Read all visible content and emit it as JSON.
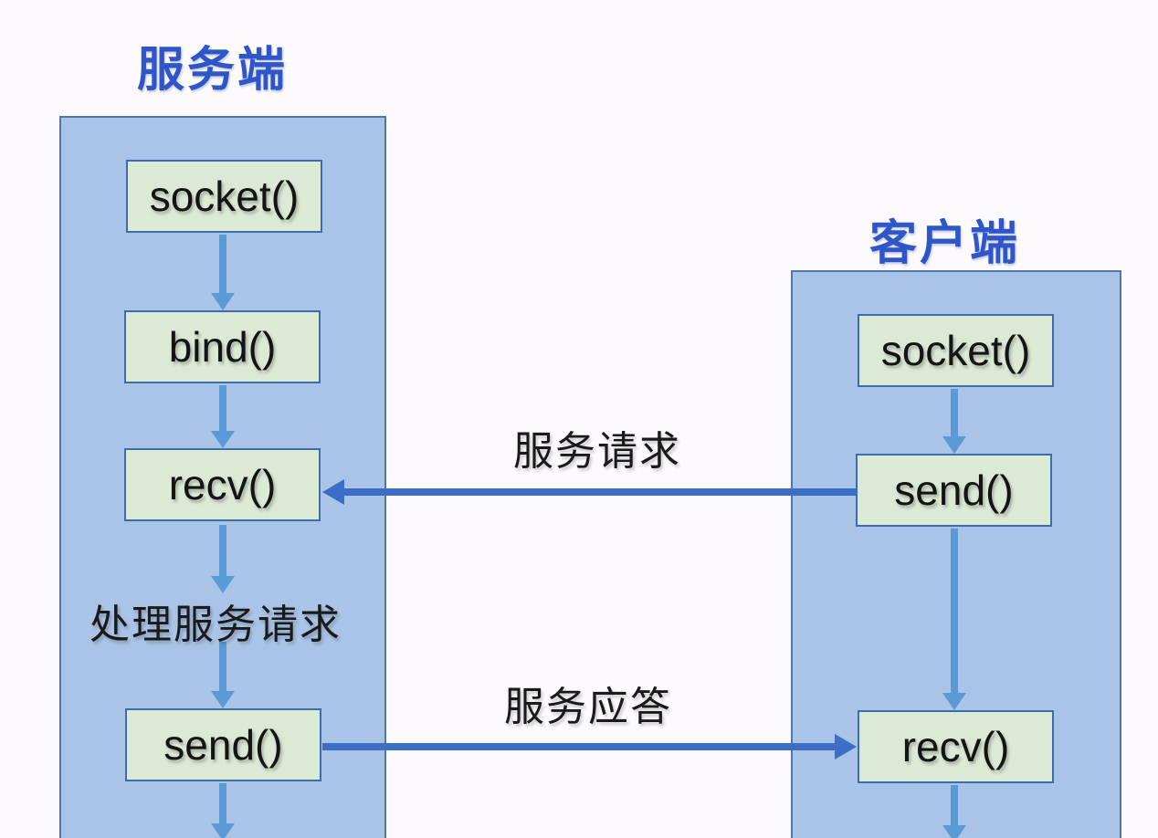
{
  "server": {
    "title": "服务端",
    "boxes": {
      "socket": "socket()",
      "bind": "bind()",
      "recv": "recv()",
      "send": "send()"
    },
    "process_label": "处理服务请求"
  },
  "client": {
    "title": "客户端",
    "boxes": {
      "socket": "socket()",
      "send": "send()",
      "recv": "recv()"
    }
  },
  "messages": {
    "request": "服务请求",
    "response": "服务应答"
  },
  "colors": {
    "title_blue": "#2e56c8",
    "column_fill": "#a9c4e7",
    "column_border": "#4e77ab",
    "box_fill": "#dcead5",
    "box_border": "#3a6dad",
    "vertical_arrow": "#5b9bd5",
    "horizontal_arrow": "#3c6ec6",
    "background": "#fcfafd",
    "label_text": "#1a1a1a"
  }
}
